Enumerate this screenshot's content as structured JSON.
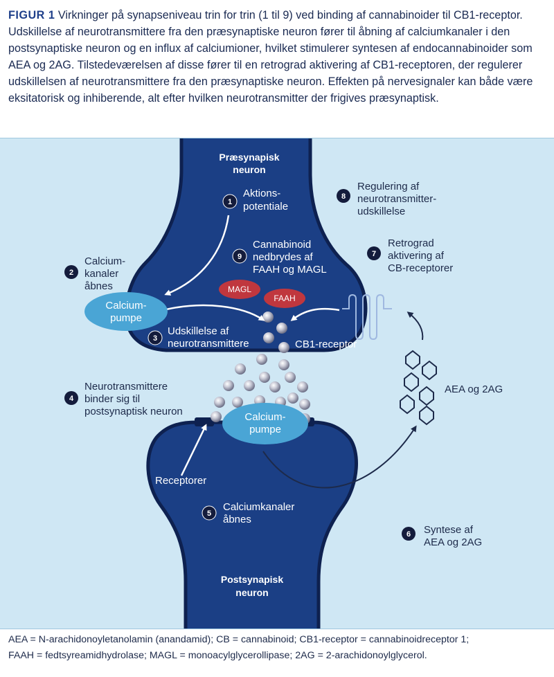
{
  "caption": {
    "lead": "FIGUR 1",
    "text": "Virkninger på synapseniveau trin for trin (1 til 9) ved binding af cannabinoider til CB1-receptor. Udskillelse af neurotransmittere fra den præsynaptiske neuron fører til åbning af calciumkanaler i den postsynaptiske neuron og en influx af calciumioner, hvilket stimulerer syntesen af endocannabinoider som AEA og 2AG. Tilstedeværelsen af disse fører til en retrograd aktivering af CB1-receptoren, der regulerer udskillelsen af neurotransmittere fra den præsynaptiske neuron. Effekten på nervesignaler kan både være eksitatorisk og inhiberende, alt efter hvilken neurotransmitter der frigives præsynaptisk."
  },
  "neurons": {
    "pre_line1": "Præsynapisk",
    "pre_line2": "neuron",
    "post_line1": "Postsynapisk",
    "post_line2": "neuron"
  },
  "steps": [
    {
      "num": "1",
      "lines": [
        "Aktions-",
        "potentiale"
      ]
    },
    {
      "num": "2",
      "lines": [
        "Calcium-",
        "kanaler",
        "åbnes"
      ]
    },
    {
      "num": "3",
      "lines": [
        "Udskillelse af",
        "neurotransmittere"
      ]
    },
    {
      "num": "4",
      "lines": [
        "Neurotransmittere",
        "binder sig til",
        "postsynaptisk neuron"
      ]
    },
    {
      "num": "5",
      "lines": [
        "Calciumkanaler",
        "åbnes"
      ]
    },
    {
      "num": "6",
      "lines": [
        "Syntese af",
        "AEA og 2AG"
      ]
    },
    {
      "num": "7",
      "lines": [
        "Retrograd",
        "aktivering af",
        "CB-receptorer"
      ]
    },
    {
      "num": "8",
      "lines": [
        "Regulering af",
        "neurotransmitter-",
        "udskillelse"
      ]
    },
    {
      "num": "9",
      "lines": [
        "Cannabinoid",
        "nedbrydes af",
        "FAAH og MAGL"
      ]
    }
  ],
  "pumps": {
    "pre": [
      "Calcium-",
      "pumpe"
    ],
    "post": [
      "Calcium-",
      "pumpe"
    ]
  },
  "enzymes": {
    "magl": "MAGL",
    "faah": "FAAH"
  },
  "labels": {
    "cb1_receptor": "CB1-receptor",
    "aea_2ag": "AEA og 2AG",
    "receptorer": "Receptorer"
  },
  "colors": {
    "neuron": "#1b3f85",
    "neuron_border": "#0e2150",
    "background": "#cfe7f4",
    "pump": "#4aa5d5",
    "enzyme": "#c0373e",
    "step_circle": "#141c3c"
  },
  "footnote": {
    "line1": "AEA = N-arachidonoyletanolamin (anandamid); CB = cannabinoid; CB1-receptor = cannabinoidreceptor 1;",
    "line2": "FAAH = fedtsyreamidhydrolase; MAGL = monoacylglycerollipase; 2AG = 2-arachidonoylglycerol."
  }
}
